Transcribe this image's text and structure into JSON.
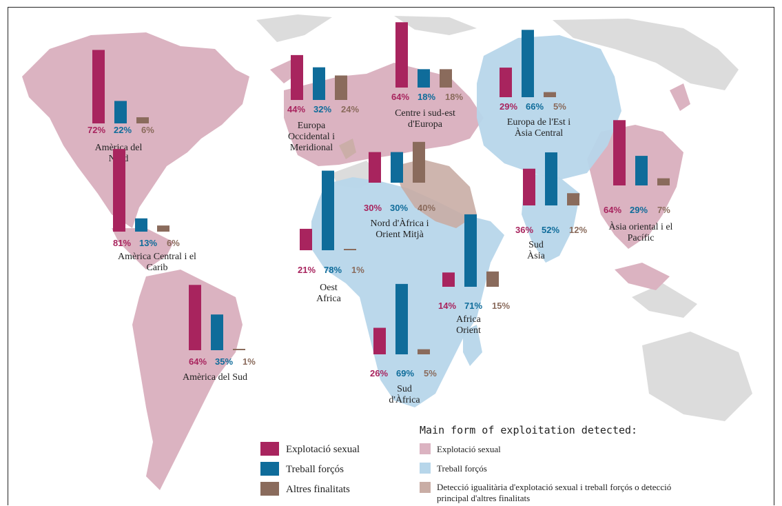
{
  "colors": {
    "sexual": "#a8245e",
    "forced": "#0f6c9a",
    "other": "#8a6b5c",
    "land_sexual": "#dbb3c1",
    "land_forced": "#b7d6ea",
    "land_mixed": "#c9ada5",
    "land_none": "#dcdcdc"
  },
  "regions": [
    {
      "id": "north-america",
      "name_lines": [
        "Amèrica del",
        "Nord"
      ],
      "values": [
        72,
        22,
        6
      ],
      "labels": [
        "72%",
        "22%",
        "6%"
      ]
    },
    {
      "id": "central-america",
      "name_lines": [
        "Amèrica Central i el",
        "Carib"
      ],
      "values": [
        81,
        13,
        6
      ],
      "labels": [
        "81%",
        "13%",
        "6%"
      ]
    },
    {
      "id": "south-america",
      "name_lines": [
        "Amèrica del Sud"
      ],
      "values": [
        64,
        35,
        1
      ],
      "labels": [
        "64%",
        "35%",
        "1%"
      ]
    },
    {
      "id": "western-europe",
      "name_lines": [
        "Europa",
        "Occidental i",
        "Meridional"
      ],
      "values": [
        44,
        32,
        24
      ],
      "labels": [
        "44%",
        "32%",
        "24%"
      ]
    },
    {
      "id": "central-europe",
      "name_lines": [
        "Centre i sud-est",
        "d'Europa"
      ],
      "values": [
        64,
        18,
        18
      ],
      "labels": [
        "64%",
        "18%",
        "18%"
      ]
    },
    {
      "id": "eastern-europe",
      "name_lines": [
        "Europa de l'Est i",
        "Àsia Central"
      ],
      "values": [
        29,
        66,
        5
      ],
      "labels": [
        "29%",
        "66%",
        "5%"
      ]
    },
    {
      "id": "north-africa",
      "name_lines": [
        "Nord d'Àfrica i",
        "Orient Mitjà"
      ],
      "values": [
        30,
        30,
        40
      ],
      "labels": [
        "30%",
        "30%",
        "40%"
      ]
    },
    {
      "id": "west-africa",
      "name_lines": [
        "Oest",
        "Africa"
      ],
      "values": [
        21,
        78,
        1
      ],
      "labels": [
        "21%",
        "78%",
        "1%"
      ]
    },
    {
      "id": "east-africa",
      "name_lines": [
        "Africa",
        "Orient"
      ],
      "values": [
        14,
        71,
        15
      ],
      "labels": [
        "14%",
        "71%",
        "15%"
      ]
    },
    {
      "id": "south-africa",
      "name_lines": [
        "Sud",
        "d'Àfrica"
      ],
      "values": [
        26,
        69,
        5
      ],
      "labels": [
        "26%",
        "69%",
        "5%"
      ]
    },
    {
      "id": "south-asia",
      "name_lines": [
        "Sud",
        "Àsia"
      ],
      "values": [
        36,
        52,
        12
      ],
      "labels": [
        "36%",
        "52%",
        "12%"
      ]
    },
    {
      "id": "east-asia",
      "name_lines": [
        "Àsia oriental i el",
        "Pacífic"
      ],
      "values": [
        64,
        29,
        7
      ],
      "labels": [
        "64%",
        "29%",
        "7%"
      ]
    }
  ],
  "legend_bars": {
    "items": [
      "Explotació sexual",
      "Treball forçós",
      "Altres finalitats"
    ]
  },
  "legend_areas": {
    "title": "Main form of exploitation detected:",
    "items": [
      "Explotació sexual",
      "Treball forçós",
      "Detecció igualitària d'explotació sexual i treball forçós o detecció",
      "principal d'altres finalitats"
    ]
  }
}
